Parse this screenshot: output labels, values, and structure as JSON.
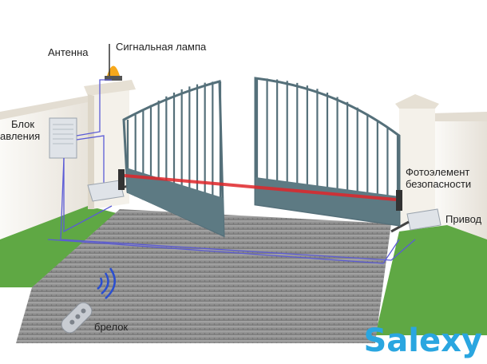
{
  "labels": {
    "antenna": "Антенна",
    "signal_lamp": "Сигнальная лампа",
    "control_block_line1": "Блок",
    "control_block_line2": "авления",
    "photocell_line1": "Фотоэлемент",
    "photocell_line2": "безопасности",
    "drive": "Привод",
    "keyfob": "брелок"
  },
  "brand": "Salexy",
  "colors": {
    "gate": "#55707a",
    "gate_dark": "#3f5860",
    "wall": "#f1ede6",
    "road": "#8d8d8d",
    "grass": "#5fa844",
    "beam": "#e0262a",
    "lamp": "#f7a81b",
    "wire": "#5b5bd6",
    "brand": "#2aa6e0"
  },
  "icons": [
    "antenna-icon",
    "signal-lamp-icon",
    "control-block-icon",
    "photocell-icon",
    "drive-motor-icon",
    "keyfob-icon",
    "signal-waves-icon"
  ]
}
